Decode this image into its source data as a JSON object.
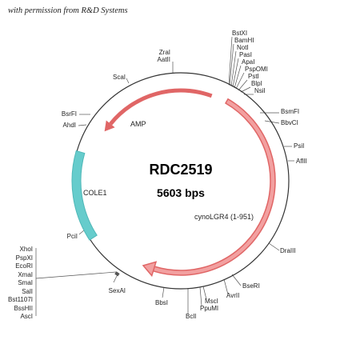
{
  "caption": "with permission from R&D Systems",
  "plasmid": {
    "name": "RDC2519",
    "size": "5603 bps",
    "backbone_color": "#333333",
    "features": [
      {
        "name": "AMP",
        "color": "#e06666"
      },
      {
        "name": "cynoLGR4 (1-951)",
        "color": "#e06666"
      },
      {
        "name": "COLE1",
        "color": "#66cccc"
      }
    ],
    "sites": [
      {
        "id": "zrai-aatii",
        "labels": [
          "ZraI",
          "AatII"
        ]
      },
      {
        "id": "mcs-top",
        "labels": [
          "BstXI",
          "BamHI",
          "NotI",
          "PasI",
          "ApaI",
          "PspOMI",
          "PstI",
          "BlpI",
          "NsiI"
        ]
      },
      {
        "id": "bsmfi",
        "labels": [
          "BsmFI"
        ]
      },
      {
        "id": "bbvci",
        "labels": [
          "BbvCI"
        ]
      },
      {
        "id": "psii",
        "labels": [
          "PsiI"
        ]
      },
      {
        "id": "aflii",
        "labels": [
          "AflII"
        ]
      },
      {
        "id": "drai",
        "labels": [
          "DraIII"
        ]
      },
      {
        "id": "bseri",
        "labels": [
          "BseRI"
        ]
      },
      {
        "id": "avrii",
        "labels": [
          "AvrII"
        ]
      },
      {
        "id": "msci",
        "labels": [
          "MscI"
        ]
      },
      {
        "id": "ppumi",
        "labels": [
          "PpuMI"
        ]
      },
      {
        "id": "bcli",
        "labels": [
          "BclI"
        ]
      },
      {
        "id": "bbsi",
        "labels": [
          "BbsI"
        ]
      },
      {
        "id": "sexai",
        "labels": [
          "SexAI"
        ]
      },
      {
        "id": "mcs-left",
        "labels": [
          "XhoI",
          "PspXI",
          "EcoRI",
          "XmaI",
          "SmaI",
          "SalI",
          "Bst1107I",
          "BssHII",
          "AscI"
        ]
      },
      {
        "id": "pcii",
        "labels": [
          "PciI"
        ]
      },
      {
        "id": "ahdi",
        "labels": [
          "AhdI"
        ]
      },
      {
        "id": "bsrfi",
        "labels": [
          "BsrFI"
        ]
      },
      {
        "id": "scai",
        "labels": [
          "ScaI"
        ]
      }
    ]
  }
}
